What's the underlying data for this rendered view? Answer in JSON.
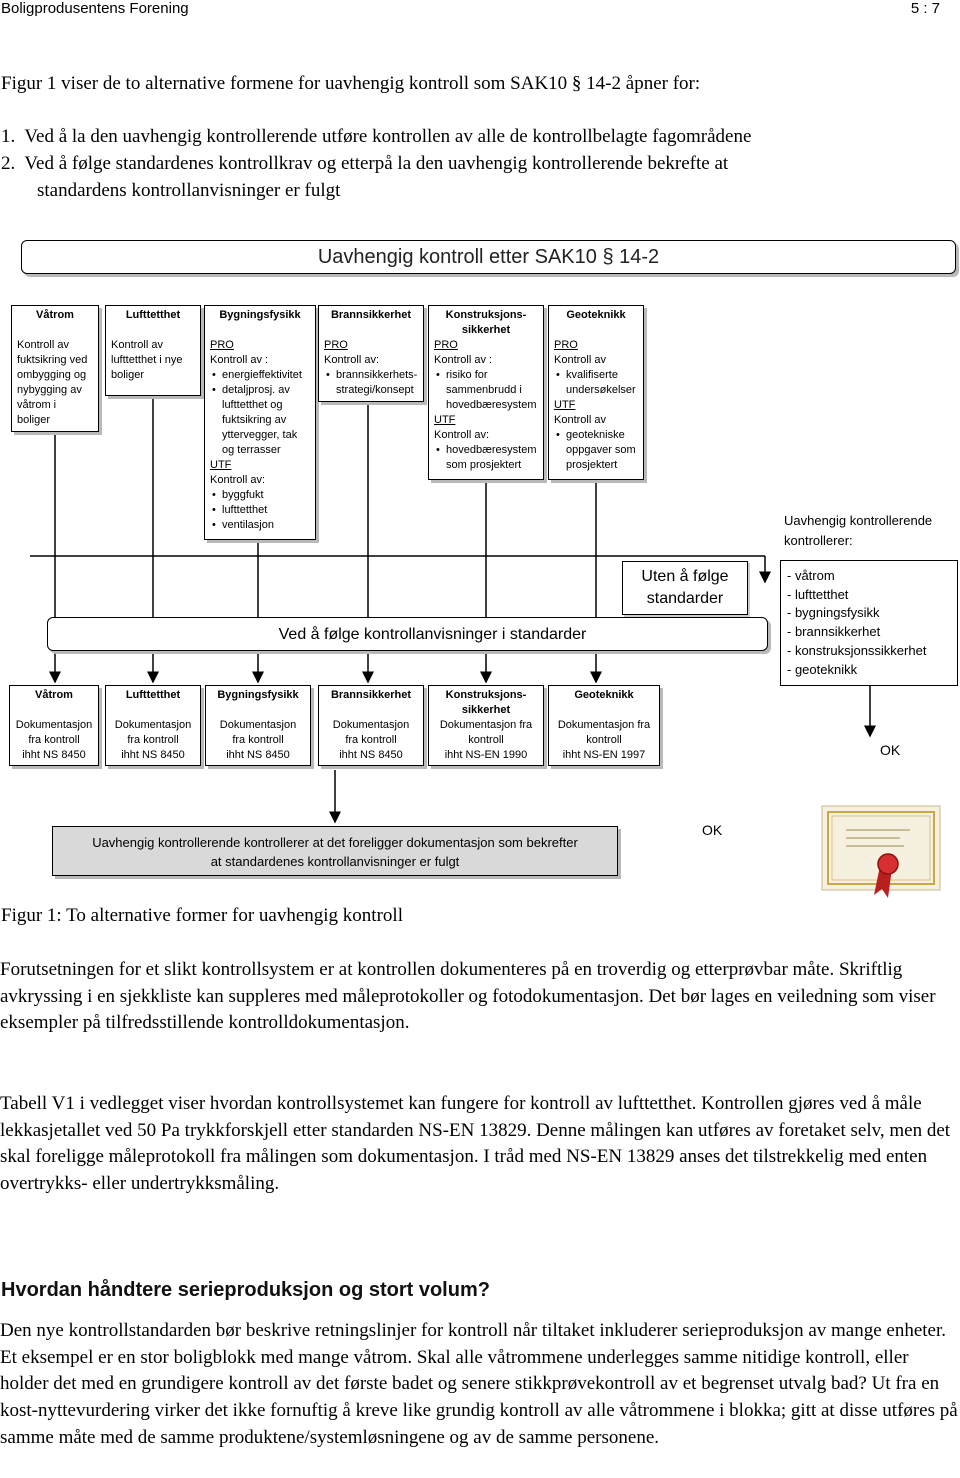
{
  "header": {
    "org": "Boligprodusentens Forening",
    "page": "5 : 7"
  },
  "intro": {
    "text": "Figur 1 viser de to alternative formene for uavhengig kontroll som SAK10 § 14-2 åpner for:",
    "items": [
      "1.  Ved å la den uavhengig kontrollerende utføre kontrollen av alle de kontrollbelagte fagområdene",
      "2.  Ved å følge standardenes kontrollkrav og etterpå la den uavhengig kontrollerende bekrefte at",
      "standardens kontrollanvisninger er fulgt"
    ]
  },
  "diagram": {
    "title": "Uavhengig kontroll etter SAK10 § 14-2",
    "top_boxes": [
      {
        "head": "Våtrom",
        "lines": [
          "Kontroll av",
          "fuktsikring ved",
          "ombygging og",
          "nybygging av",
          "våtrom i",
          "boliger"
        ]
      },
      {
        "head": "Lufttetthet",
        "lines": [
          "Kontroll av",
          "lufttetthet i nye",
          "boliger"
        ]
      },
      {
        "head": "Bygningsfysikk",
        "pro": "PRO",
        "pro_lines": [
          "Kontroll av :"
        ],
        "pro_bullets": [
          "energieffektivitet",
          "detaljprosj. av lufttetthet og fuktsikring av yttervegger, tak og terrasser"
        ],
        "utf": "UTF",
        "utf_lines": [
          "Kontroll av:"
        ],
        "utf_bullets": [
          "byggfukt",
          "lufttetthet",
          "ventilasjon"
        ]
      },
      {
        "head": "Brannsikkerhet",
        "pro": "PRO",
        "pro_lines": [
          "Kontroll av:"
        ],
        "pro_bullets": [
          "brannsikkerhets-strategi/konsept"
        ]
      },
      {
        "head": "Konstruksjons-sikkerhet",
        "pro": "PRO",
        "pro_lines": [
          "Kontroll av :"
        ],
        "pro_bullets": [
          "risiko for sammenbrudd i hovedbæresystem"
        ],
        "utf": "UTF",
        "utf_lines": [
          "Kontroll av:"
        ],
        "utf_bullets": [
          "hovedbæresystem som prosjektert"
        ]
      },
      {
        "head": "Geoteknikk",
        "pro": "PRO",
        "pro_lines": [
          "Kontroll av"
        ],
        "pro_bullets": [
          "kvalifiserte undersøkelser"
        ],
        "utf": "UTF",
        "utf_lines": [
          "Kontroll av"
        ],
        "utf_bullets": [
          "geotekniske oppgaver som prosjektert"
        ]
      }
    ],
    "side_note": {
      "title": "Uavhengig kontrollerende kontrollerer:",
      "items": [
        "- våtrom",
        "- lufttetthet",
        "- bygningsfysikk",
        "- brannsikkerhet",
        "- konstruksjonssikkerhet",
        "- geoteknikk"
      ]
    },
    "without_standard": "Uten å følge standarder",
    "with_standard": "Ved å følge kontrollanvisninger i standarder",
    "bottom_boxes": [
      {
        "head": "Våtrom",
        "lines": [
          "Dokumentasjon",
          "fra kontroll",
          "ihht NS 8450"
        ]
      },
      {
        "head": "Lufttetthet",
        "lines": [
          "Dokumentasjon",
          "fra kontroll",
          "ihht NS 8450"
        ]
      },
      {
        "head": "Bygningsfysikk",
        "lines": [
          "Dokumentasjon",
          "fra kontroll",
          "ihht NS 8450"
        ]
      },
      {
        "head": "Brannsikkerhet",
        "lines": [
          "Dokumentasjon",
          "fra kontroll",
          "ihht NS 8450"
        ]
      },
      {
        "head": "Konstruksjons-sikkerhet",
        "lines": [
          "Dokumentasjon fra",
          "kontroll",
          "ihht NS-EN 1990"
        ]
      },
      {
        "head": "Geoteknikk",
        "lines": [
          "Dokumentasjon fra",
          "kontroll",
          "ihht NS-EN 1997"
        ]
      }
    ],
    "ok_right": "OK",
    "ok_bottom": "OK",
    "final_box": [
      "Uavhengig kontrollerende kontrollerer at det foreligger dokumentasjon som bekrefter",
      "at standardenes kontrollanvisninger er fulgt"
    ]
  },
  "caption": "Figur 1: To alternative former for uavhengig kontroll",
  "para1": "Forutsetningen for et slikt kontrollsystem er at kontrollen dokumenteres på en troverdig og etterprøvbar måte. Skriftlig avkryssing i en sjekkliste kan suppleres med måleprotokoller og fotodokumentasjon. Det bør lages en veiledning som viser eksempler på tilfredsstillende kontrolldokumentasjon.",
  "para2": "Tabell V1 i vedlegget viser hvordan kontrollsystemet kan fungere for kontroll av lufttetthet. Kontrollen gjøres ved å måle lekkasjetallet ved 50 Pa trykkforskjell etter standarden NS-EN 13829. Denne målingen kan utføres av foretaket selv, men det skal foreligge måleprotokoll fra målingen som dokumentasjon. I tråd med NS-EN 13829 anses det tilstrekkelig med enten overtrykks- eller undertrykksmåling.",
  "heading": "Hvordan håndtere serieproduksjon og stort volum?",
  "para3": "Den nye kontrollstandarden bør beskrive retningslinjer for kontroll når tiltaket inkluderer serieproduksjon av mange enheter. Et eksempel er en stor boligblokk med mange våtrom. Skal alle våtrommene underlegges samme nitidige kontroll, eller holder det med en grundigere kontroll av det første badet og senere stikkprøvekontroll av et begrenset utvalg bad? Ut fra en kost-nyttevurdering virker det ikke fornuftig å kreve like grundig kontroll av alle våtrommene i blokka; gitt at disse utføres på samme måte med de samme produktene/systemløsningene og av de samme personene."
}
